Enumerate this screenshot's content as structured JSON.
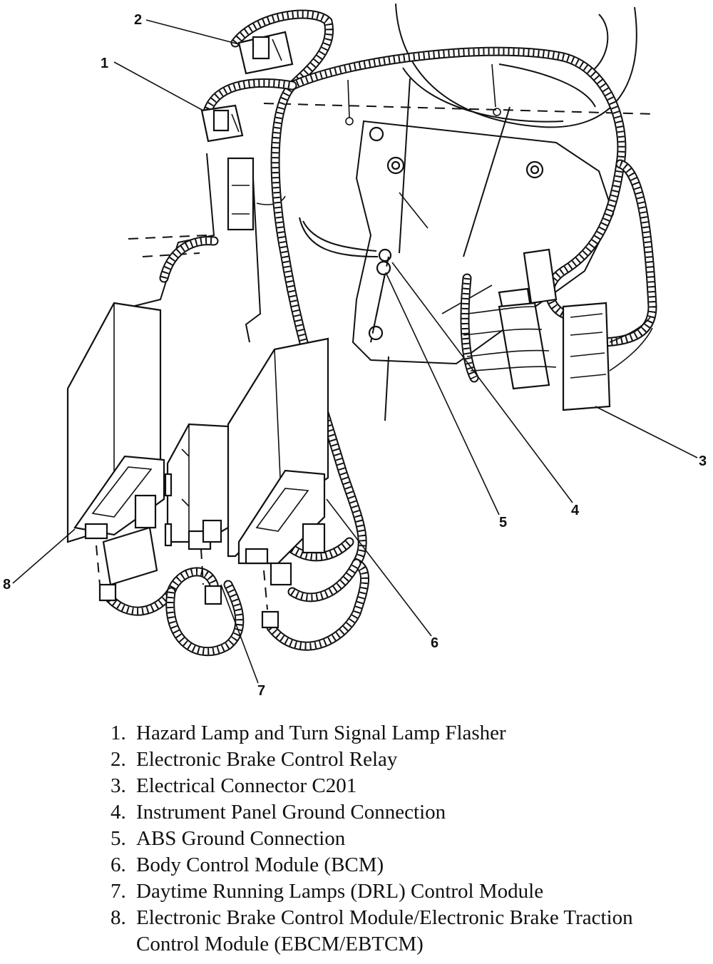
{
  "callouts": [
    "1",
    "2",
    "3",
    "4",
    "5",
    "6",
    "7",
    "8"
  ],
  "legend": [
    {
      "num": "1.",
      "text": "Hazard Lamp and Turn Signal Lamp Flasher"
    },
    {
      "num": "2.",
      "text": "Electronic Brake Control Relay"
    },
    {
      "num": "3.",
      "text": "Electrical Connector C201"
    },
    {
      "num": "4.",
      "text": "Instrument Panel Ground Connection"
    },
    {
      "num": "5.",
      "text": "ABS Ground Connection"
    },
    {
      "num": "6.",
      "text": "Body Control Module (BCM)"
    },
    {
      "num": "7.",
      "text": "Daytime Running Lamps (DRL) Control Module"
    },
    {
      "num": "8.",
      "text": "Electronic Brake Control Module/Electronic Brake Traction Control Module (EBCM/EBTCM)"
    }
  ]
}
